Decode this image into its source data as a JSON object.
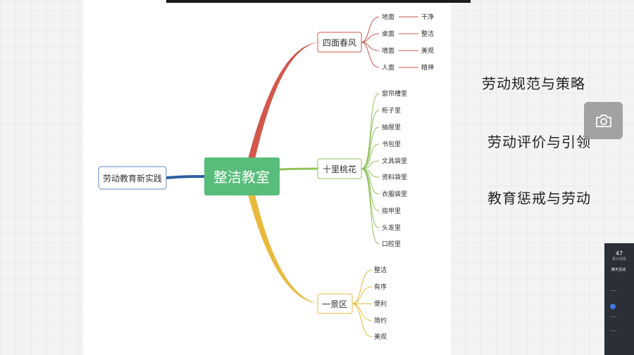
{
  "mindmap": {
    "root": "劳动教育新实践",
    "center": "整洁教室",
    "branches": [
      {
        "label": "四面春风",
        "color": "#d2574a",
        "items": [
          {
            "a": "地面",
            "b": "干净"
          },
          {
            "a": "桌面",
            "b": "整洁"
          },
          {
            "a": "墙面",
            "b": "美观"
          },
          {
            "a": "人面",
            "b": "精神"
          }
        ]
      },
      {
        "label": "十里桃花",
        "color": "#8fc25a",
        "items": [
          "窗帘槽里",
          "柜子里",
          "抽屉里",
          "书包里",
          "文具袋里",
          "资料袋里",
          "衣服袋里",
          "指甲里",
          "头发里",
          "口腔里"
        ]
      },
      {
        "label": "一景区",
        "color": "#e8b93b",
        "items": [
          "整洁",
          "有序",
          "便利",
          "简约",
          "美观"
        ]
      }
    ]
  },
  "side_topics": [
    "劳动规范与策略",
    "劳动评价与引领",
    "教育惩戒与劳动"
  ],
  "camera_button": {
    "icon": "camera-icon"
  },
  "chat_panel": {
    "stat": "47",
    "stat_sub": "累计观看",
    "tab": "聊天互动"
  },
  "colors": {
    "center_fill": "#58bd7a",
    "root_stroke": "#5b8ac6",
    "root_connector": "#2e5f9f"
  }
}
